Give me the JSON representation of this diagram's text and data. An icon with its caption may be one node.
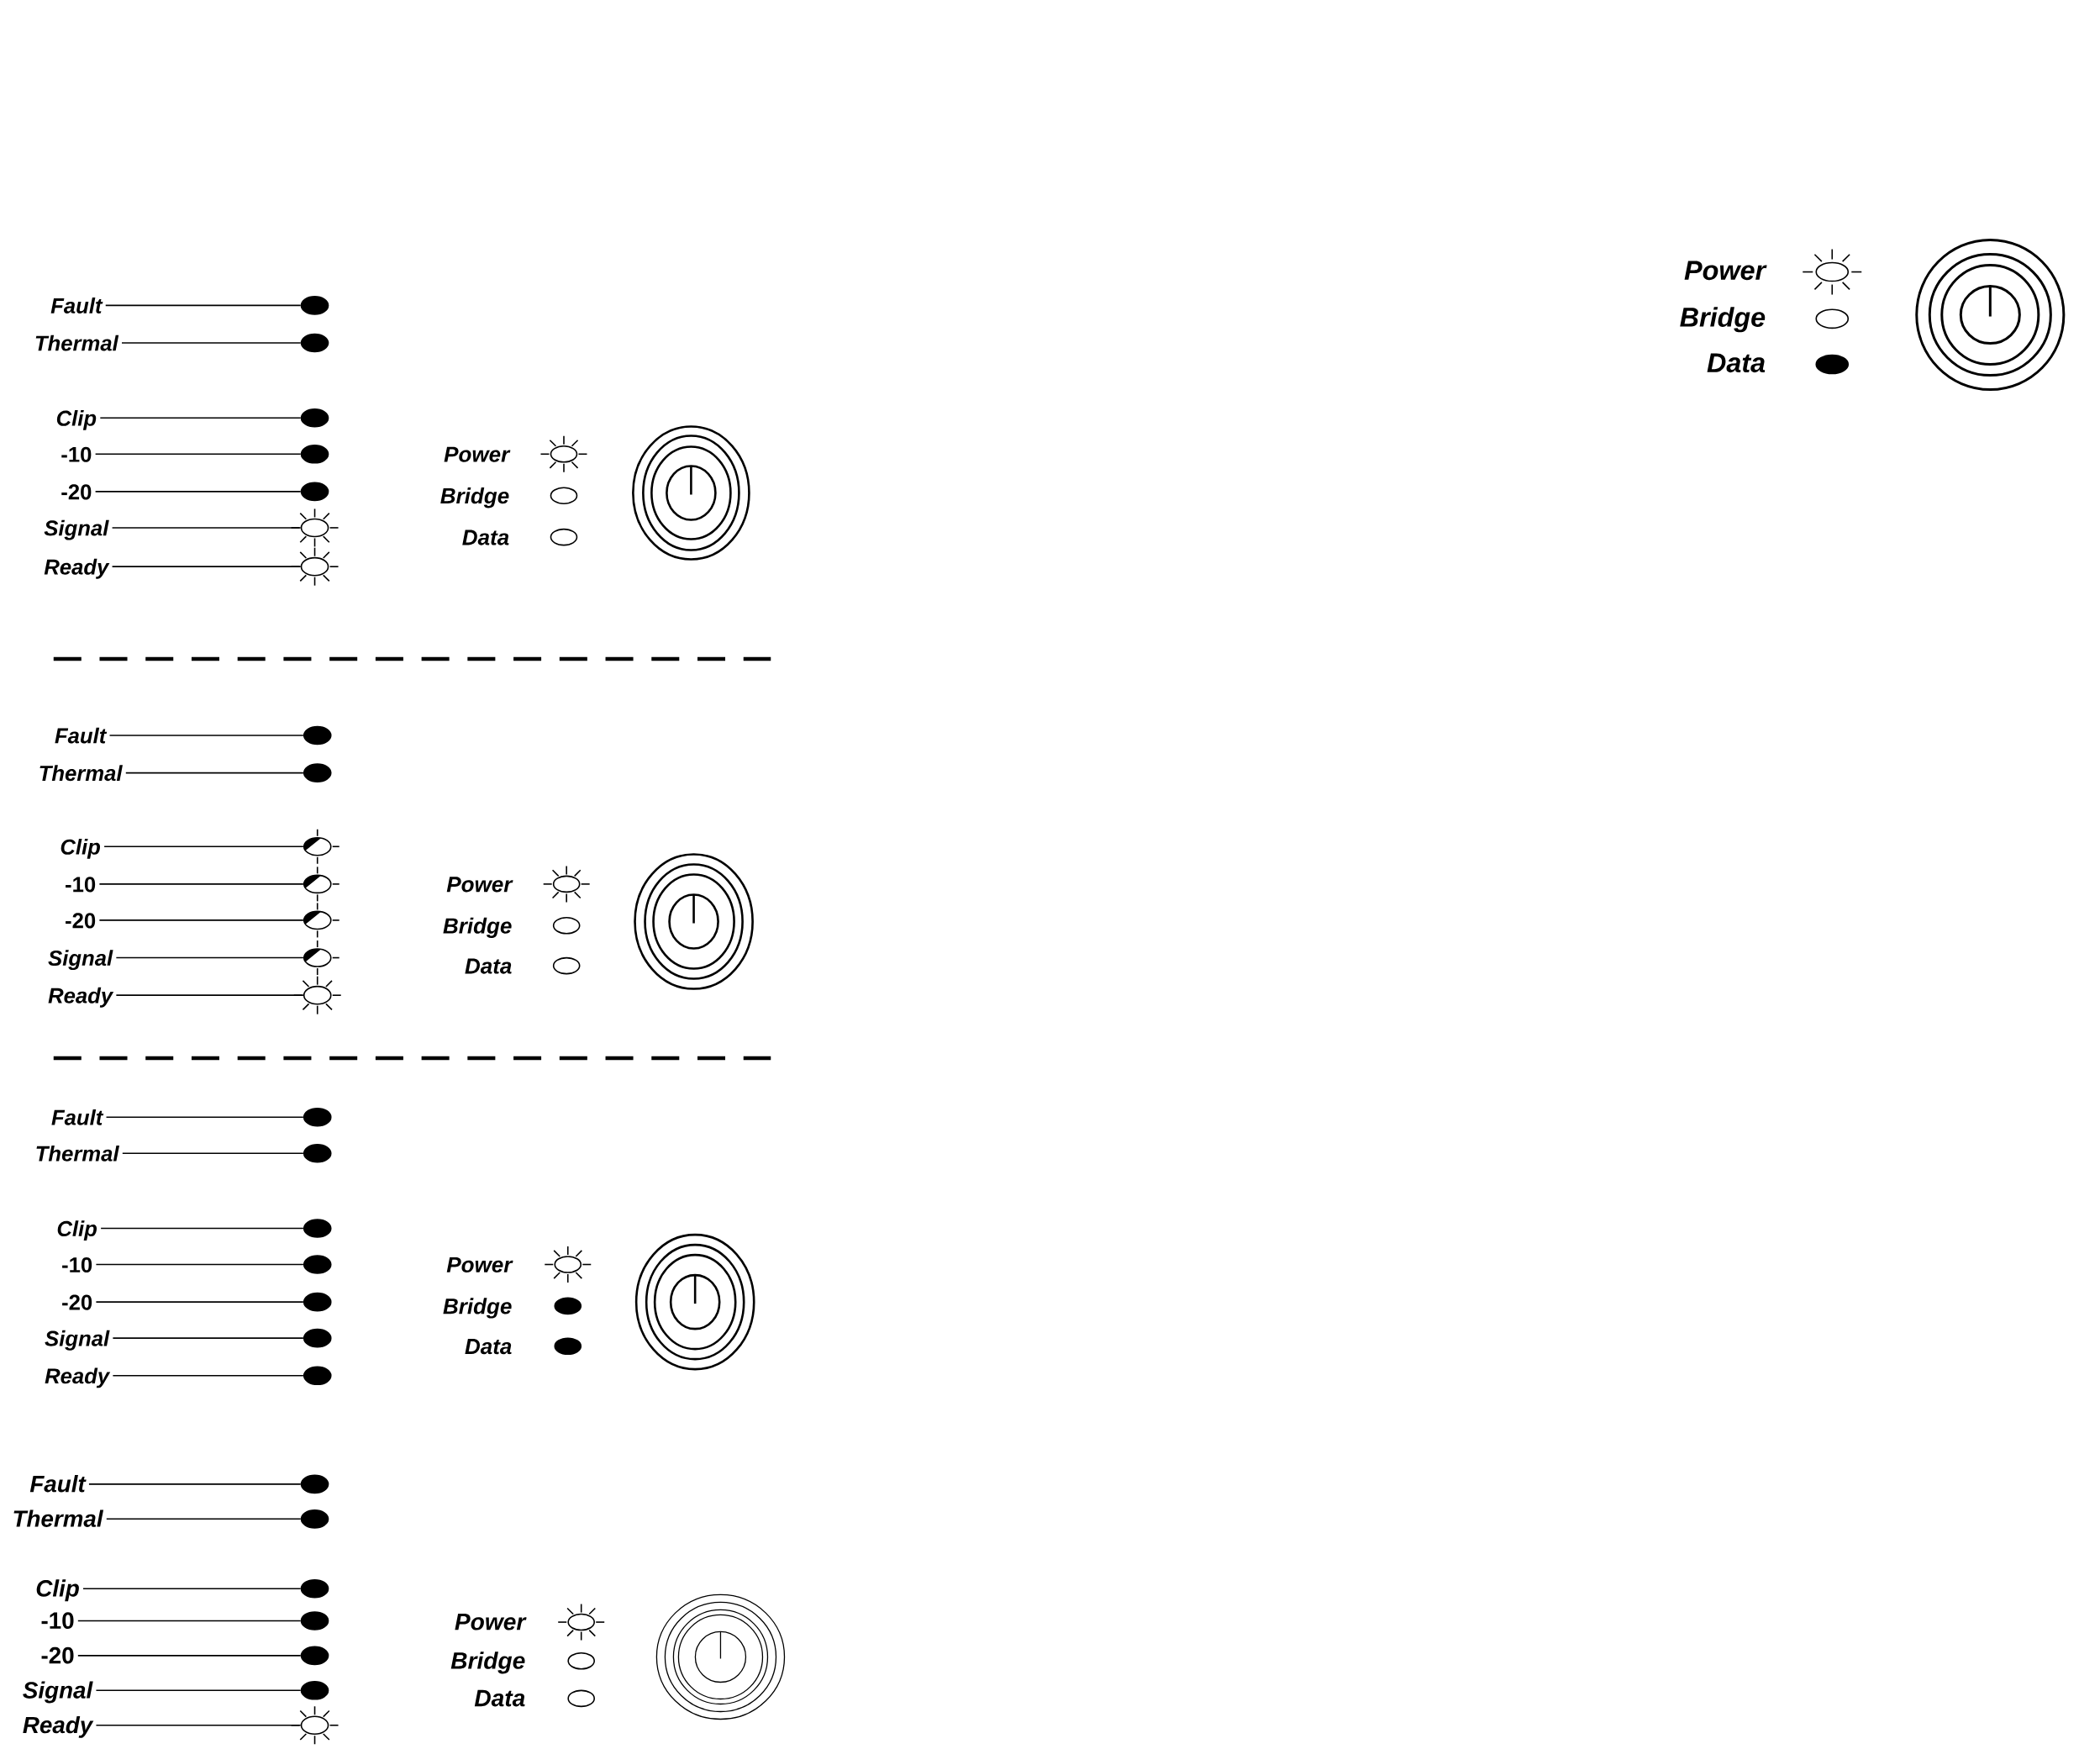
{
  "diagram": {
    "nodes": [
      {
        "text": [],
        "shape": "sunburst",
        "beside": [
          "Power"
        ]
      },
      {
        "text": [],
        "shape": "oval",
        "beside": [
          "Bridge"
        ]
      },
      {
        "text": [],
        "shape": "dot",
        "beside": [
          "Data"
        ]
      },
      {
        "text": [
          "Fault"
        ]
      },
      {
        "text": [],
        "shape": "dot"
      },
      {
        "text": [
          "Thermal"
        ]
      },
      {
        "text": [],
        "shape": "dot"
      },
      {
        "text": [
          "Clip"
        ]
      },
      {
        "text": [],
        "shape": "dot"
      },
      {
        "text": [
          "-10"
        ]
      },
      {
        "text": [],
        "shape": "dot"
      },
      {
        "text": [
          "-20"
        ]
      },
      {
        "text": [],
        "shape": "dot"
      },
      {
        "text": [
          "Signal"
        ]
      },
      {
        "text": [],
        "shape": "sunburst"
      },
      {
        "text": [
          "Ready"
        ]
      },
      {
        "text": [],
        "shape": "sunburst"
      },
      {
        "text": [],
        "shape": "sunburst",
        "beside": [
          "Power"
        ]
      },
      {
        "text": [],
        "shape": "oval",
        "beside": [
          "Bridge"
        ]
      },
      {
        "text": [],
        "shape": "oval",
        "beside": [
          "Data"
        ]
      },
      {
        "text": [
          "Fault"
        ]
      },
      {
        "text": [],
        "shape": "dot"
      },
      {
        "text": [
          "Thermal"
        ]
      },
      {
        "text": [],
        "shape": "dot"
      },
      {
        "text": [
          "Clip"
        ]
      },
      {
        "text": [],
        "shape": "half-dot"
      },
      {
        "text": [
          "-10"
        ]
      },
      {
        "text": [],
        "shape": "half-dot"
      },
      {
        "text": [
          "-20"
        ]
      },
      {
        "text": [],
        "shape": "half-dot"
      },
      {
        "text": [
          "Signal"
        ]
      },
      {
        "text": [],
        "shape": "half-dot"
      },
      {
        "text": [
          "Ready"
        ]
      },
      {
        "text": [],
        "shape": "sunburst"
      },
      {
        "text": [],
        "shape": "sunburst",
        "beside": [
          "Power"
        ]
      },
      {
        "text": [],
        "shape": "oval",
        "beside": [
          "Bridge"
        ]
      },
      {
        "text": [],
        "shape": "oval",
        "beside": [
          "Data"
        ]
      },
      {
        "text": [
          "Fault"
        ]
      },
      {
        "text": [],
        "shape": "dot"
      },
      {
        "text": [
          "Thermal"
        ]
      },
      {
        "text": [],
        "shape": "dot"
      },
      {
        "text": [
          "Clip"
        ]
      },
      {
        "text": [],
        "shape": "dot"
      },
      {
        "text": [
          "-10"
        ]
      },
      {
        "text": [],
        "shape": "dot"
      },
      {
        "text": [
          "-20"
        ]
      },
      {
        "text": [],
        "shape": "dot"
      },
      {
        "text": [
          "Signal"
        ]
      },
      {
        "text": [],
        "shape": "dot"
      },
      {
        "text": [
          "Ready"
        ]
      },
      {
        "text": [],
        "shape": "dot"
      },
      {
        "text": [],
        "shape": "sunburst",
        "beside": [
          "Power"
        ]
      },
      {
        "text": [],
        "shape": "dot",
        "beside": [
          "Bridge"
        ]
      },
      {
        "text": [],
        "shape": "dot",
        "beside": [
          "Data"
        ]
      },
      {
        "text": [
          "Fault"
        ]
      },
      {
        "text": [],
        "shape": "dot"
      },
      {
        "text": [
          "Thermal"
        ]
      },
      {
        "text": [],
        "shape": "dot"
      },
      {
        "text": [
          "Clip"
        ]
      },
      {
        "text": [],
        "shape": "dot"
      },
      {
        "text": [
          "-10"
        ]
      },
      {
        "text": [],
        "shape": "dot"
      },
      {
        "text": [
          "-20"
        ]
      },
      {
        "text": [],
        "shape": "dot"
      },
      {
        "text": [
          "Signal"
        ]
      },
      {
        "text": [],
        "shape": "dot"
      },
      {
        "text": [
          "Ready"
        ]
      },
      {
        "text": [],
        "shape": "sunburst"
      },
      {
        "text": [],
        "shape": "sunburst",
        "beside": [
          "Power"
        ]
      },
      {
        "text": [],
        "shape": "oval",
        "beside": [
          "Bridge"
        ]
      },
      {
        "text": [],
        "shape": "oval",
        "beside": [
          "Data"
        ]
      }
    ],
    "edges": [
      {
        "from": 3,
        "to": 4,
        "arrow": "none"
      },
      {
        "from": 5,
        "to": 6,
        "arrow": "none"
      },
      {
        "from": 7,
        "to": 8,
        "arrow": "none"
      },
      {
        "from": 9,
        "to": 10,
        "arrow": "none"
      },
      {
        "from": 11,
        "to": 12,
        "arrow": "none"
      },
      {
        "from": 13,
        "to": 14,
        "arrow": "none"
      },
      {
        "from": 15,
        "to": 16,
        "arrow": "none"
      },
      {
        "from": 20,
        "to": 21,
        "arrow": "none"
      },
      {
        "from": 22,
        "to": 23,
        "arrow": "none"
      },
      {
        "from": 24,
        "to": 25,
        "arrow": "none"
      },
      {
        "from": 26,
        "to": 27,
        "arrow": "none"
      },
      {
        "from": 28,
        "to": 29,
        "arrow": "none"
      },
      {
        "from": 30,
        "to": 31,
        "arrow": "none"
      },
      {
        "from": 32,
        "to": 33,
        "arrow": "none"
      },
      {
        "from": 37,
        "to": 38,
        "arrow": "none"
      },
      {
        "from": 39,
        "to": 40,
        "arrow": "none"
      },
      {
        "from": 41,
        "to": 42,
        "arrow": "none"
      },
      {
        "from": 43,
        "to": 44,
        "arrow": "none"
      },
      {
        "from": 45,
        "to": 46,
        "arrow": "none"
      },
      {
        "from": 47,
        "to": 48,
        "arrow": "none"
      },
      {
        "from": 49,
        "to": 50,
        "arrow": "none"
      },
      {
        "from": 54,
        "to": 55,
        "arrow": "none"
      },
      {
        "from": 56,
        "to": 57,
        "arrow": "none"
      },
      {
        "from": 58,
        "to": 59,
        "arrow": "none"
      },
      {
        "from": 60,
        "to": 61,
        "arrow": "none"
      },
      {
        "from": 62,
        "to": 63,
        "arrow": "none"
      },
      {
        "from": 64,
        "to": 65,
        "arrow": "none"
      },
      {
        "from": 66,
        "to": 67,
        "arrow": "none"
      }
    ]
  }
}
